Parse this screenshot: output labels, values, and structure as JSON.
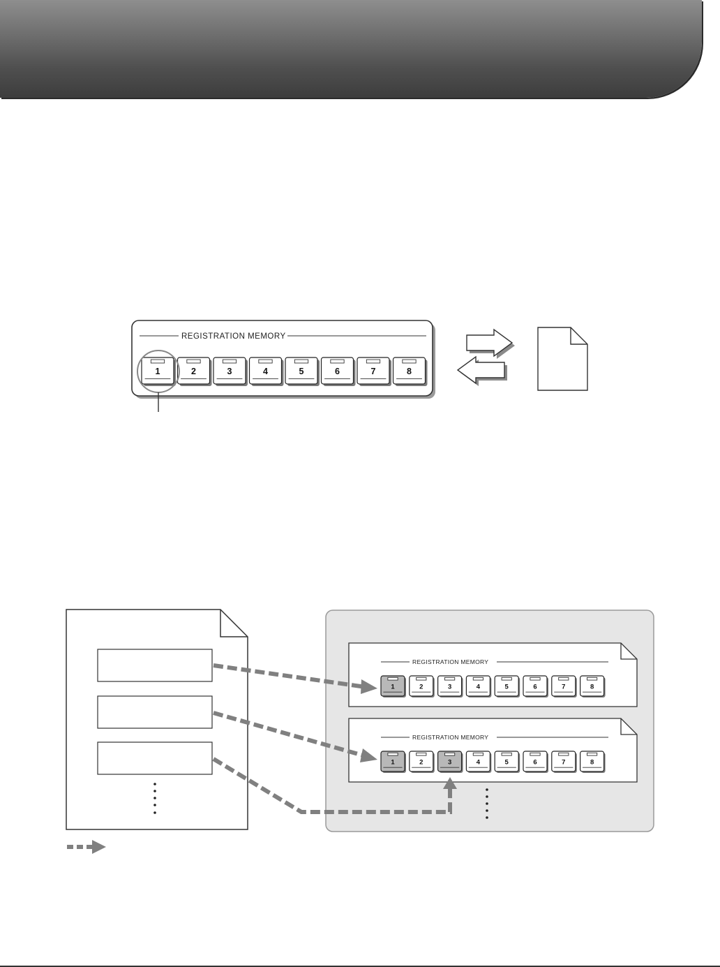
{
  "top_panel": {
    "title": "REGISTRATION MEMORY",
    "buttons": [
      "1",
      "2",
      "3",
      "4",
      "5",
      "6",
      "7",
      "8"
    ],
    "highlighted_button": "1"
  },
  "bank_diagram": {
    "panels": [
      {
        "title": "REGISTRATION MEMORY",
        "buttons": [
          "1",
          "2",
          "3",
          "4",
          "5",
          "6",
          "7",
          "8"
        ],
        "shaded_buttons": [
          "1"
        ]
      },
      {
        "title": "REGISTRATION MEMORY",
        "buttons": [
          "1",
          "2",
          "3",
          "4",
          "5",
          "6",
          "7",
          "8"
        ],
        "shaded_buttons": [
          "1",
          "3"
        ]
      }
    ],
    "colors": {
      "instrument_area_fill": "#e6e6e6",
      "arrow_gray": "#808080",
      "shaded_button": "#b8b8b8"
    }
  },
  "icons": {
    "right_arrow": "right-arrow-icon",
    "left_arrow": "left-arrow-icon",
    "file": "file-icon",
    "legend_arrow": "dashed-arrow-icon"
  }
}
